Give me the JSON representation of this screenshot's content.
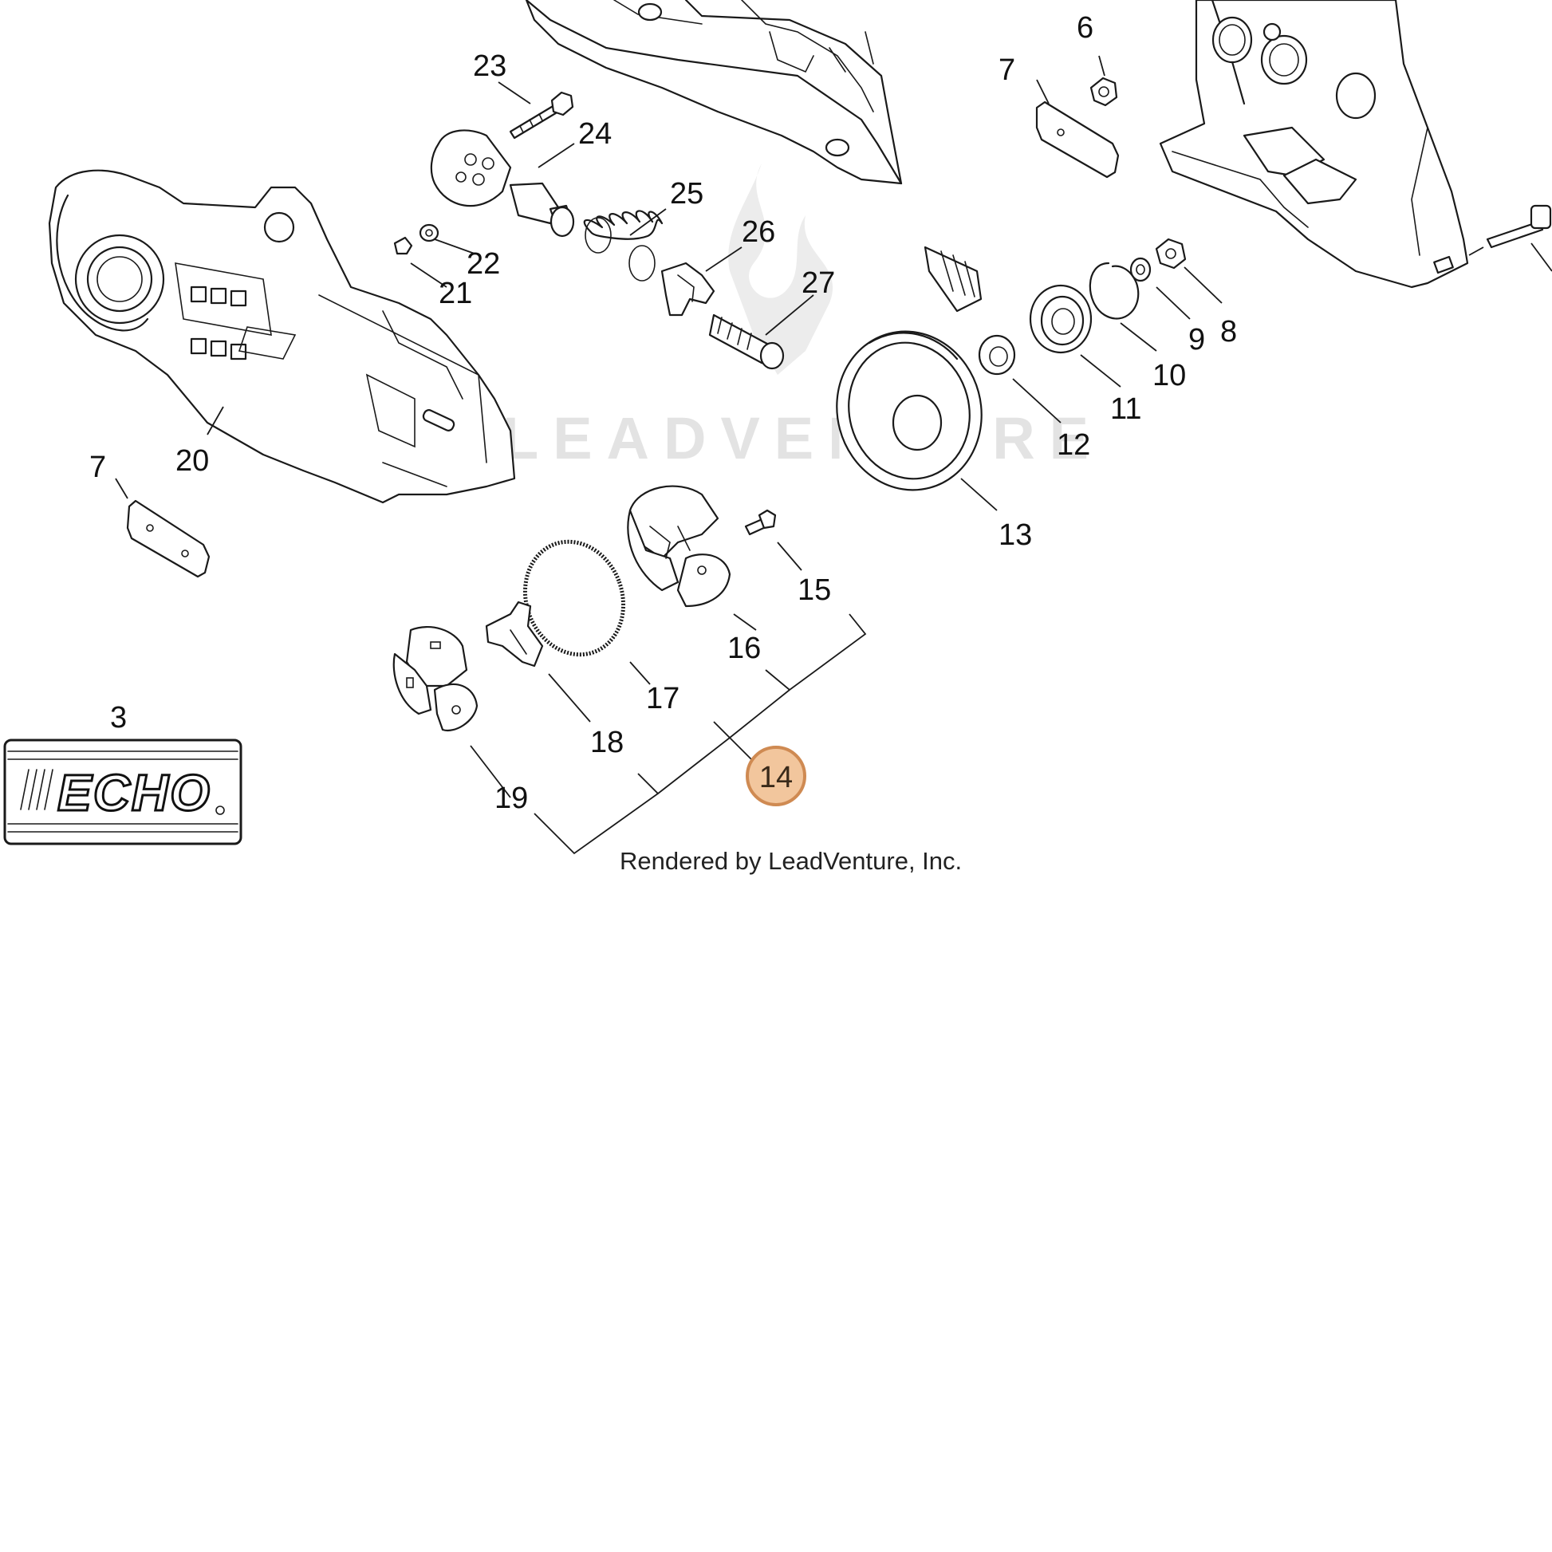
{
  "diagram": {
    "watermark": "LEADVENTURE",
    "credit": "Rendered by LeadVenture, Inc.",
    "label_plate_text": "ECHO",
    "highlighted_callout": "14",
    "highlight_color": "#f2c69d",
    "callouts": {
      "c3": "3",
      "c6": "6",
      "c7a": "7",
      "c7b": "7",
      "c8": "8",
      "c9": "9",
      "c10": "10",
      "c11": "11",
      "c12": "12",
      "c13": "13",
      "c14": "14",
      "c15": "15",
      "c16": "16",
      "c17": "17",
      "c18": "18",
      "c19": "19",
      "c20": "20",
      "c21": "21",
      "c22": "22",
      "c23": "23",
      "c24": "24",
      "c25": "25",
      "c26": "26",
      "c27": "27"
    }
  }
}
